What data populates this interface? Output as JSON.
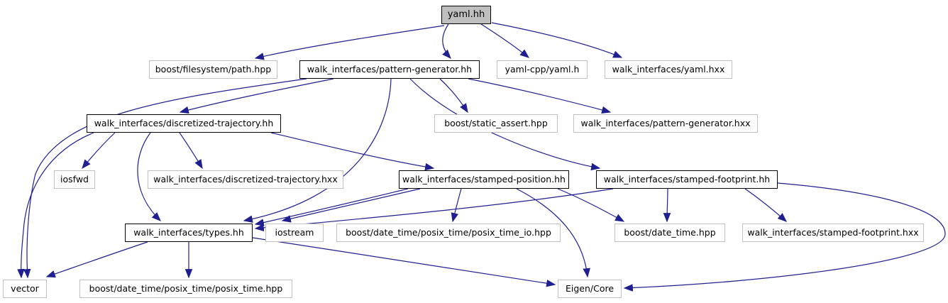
{
  "diagram": {
    "title": "yaml.hh include dependency graph",
    "type": "include-dependency-graph",
    "root": "yaml.hh",
    "colors": {
      "background": "#ffffff",
      "edge": "#1f1f8f",
      "node_fill": "#ffffff",
      "root_fill": "#bfbfbf",
      "border_external": "#c0c0c0",
      "border_documented": "#000000",
      "text": "#000000"
    }
  },
  "nodes": [
    {
      "id": "yaml-hh",
      "label": "yaml.hh",
      "kind": "root"
    },
    {
      "id": "path-hpp",
      "label": "boost/filesystem/path.hpp",
      "kind": "external"
    },
    {
      "id": "pattern-generator-hh",
      "label": "walk_interfaces/pattern-generator.hh",
      "kind": "documented"
    },
    {
      "id": "yaml-cpp-yaml-h",
      "label": "yaml-cpp/yaml.h",
      "kind": "external"
    },
    {
      "id": "yaml-hxx",
      "label": "walk_interfaces/yaml.hxx",
      "kind": "external"
    },
    {
      "id": "discretized-trajectory-hh",
      "label": "walk_interfaces/discretized-trajectory.hh",
      "kind": "documented"
    },
    {
      "id": "static-assert-hpp",
      "label": "boost/static_assert.hpp",
      "kind": "external"
    },
    {
      "id": "pattern-generator-hxx",
      "label": "walk_interfaces/pattern-generator.hxx",
      "kind": "external"
    },
    {
      "id": "iosfwd",
      "label": "iosfwd",
      "kind": "external"
    },
    {
      "id": "discretized-trajectory-hxx",
      "label": "walk_interfaces/discretized-trajectory.hxx",
      "kind": "external"
    },
    {
      "id": "stamped-position-hh",
      "label": "walk_interfaces/stamped-position.hh",
      "kind": "documented"
    },
    {
      "id": "stamped-footprint-hh",
      "label": "walk_interfaces/stamped-footprint.hh",
      "kind": "documented"
    },
    {
      "id": "types-hh",
      "label": "walk_interfaces/types.hh",
      "kind": "documented"
    },
    {
      "id": "iostream",
      "label": "iostream",
      "kind": "external"
    },
    {
      "id": "posix-time-io-hpp",
      "label": "boost/date_time/posix_time/posix_time_io.hpp",
      "kind": "external"
    },
    {
      "id": "date-time-hpp",
      "label": "boost/date_time.hpp",
      "kind": "external"
    },
    {
      "id": "stamped-footprint-hxx",
      "label": "walk_interfaces/stamped-footprint.hxx",
      "kind": "external"
    },
    {
      "id": "vector",
      "label": "vector",
      "kind": "external"
    },
    {
      "id": "posix-time-hpp",
      "label": "boost/date_time/posix_time/posix_time.hpp",
      "kind": "external"
    },
    {
      "id": "eigen-core",
      "label": "Eigen/Core",
      "kind": "external"
    }
  ],
  "edges": [
    {
      "from": "yaml.hh",
      "to": "boost/filesystem/path.hpp"
    },
    {
      "from": "yaml.hh",
      "to": "walk_interfaces/pattern-generator.hh"
    },
    {
      "from": "yaml.hh",
      "to": "yaml-cpp/yaml.h"
    },
    {
      "from": "yaml.hh",
      "to": "walk_interfaces/yaml.hxx"
    },
    {
      "from": "walk_interfaces/pattern-generator.hh",
      "to": "walk_interfaces/discretized-trajectory.hh"
    },
    {
      "from": "walk_interfaces/pattern-generator.hh",
      "to": "boost/static_assert.hpp"
    },
    {
      "from": "walk_interfaces/pattern-generator.hh",
      "to": "walk_interfaces/pattern-generator.hxx"
    },
    {
      "from": "walk_interfaces/pattern-generator.hh",
      "to": "walk_interfaces/stamped-footprint.hh"
    },
    {
      "from": "walk_interfaces/pattern-generator.hh",
      "to": "walk_interfaces/types.hh"
    },
    {
      "from": "walk_interfaces/pattern-generator.hh",
      "to": "vector"
    },
    {
      "from": "walk_interfaces/discretized-trajectory.hh",
      "to": "iosfwd"
    },
    {
      "from": "walk_interfaces/discretized-trajectory.hh",
      "to": "walk_interfaces/discretized-trajectory.hxx"
    },
    {
      "from": "walk_interfaces/discretized-trajectory.hh",
      "to": "walk_interfaces/stamped-position.hh"
    },
    {
      "from": "walk_interfaces/discretized-trajectory.hh",
      "to": "walk_interfaces/types.hh"
    },
    {
      "from": "walk_interfaces/discretized-trajectory.hh",
      "to": "vector"
    },
    {
      "from": "walk_interfaces/stamped-position.hh",
      "to": "walk_interfaces/types.hh"
    },
    {
      "from": "walk_interfaces/stamped-position.hh",
      "to": "iostream"
    },
    {
      "from": "walk_interfaces/stamped-position.hh",
      "to": "boost/date_time/posix_time/posix_time_io.hpp"
    },
    {
      "from": "walk_interfaces/stamped-position.hh",
      "to": "boost/date_time.hpp"
    },
    {
      "from": "walk_interfaces/stamped-position.hh",
      "to": "Eigen/Core"
    },
    {
      "from": "walk_interfaces/stamped-footprint.hh",
      "to": "walk_interfaces/types.hh"
    },
    {
      "from": "walk_interfaces/stamped-footprint.hh",
      "to": "boost/date_time.hpp"
    },
    {
      "from": "walk_interfaces/stamped-footprint.hh",
      "to": "walk_interfaces/stamped-footprint.hxx"
    },
    {
      "from": "walk_interfaces/stamped-footprint.hh",
      "to": "Eigen/Core"
    },
    {
      "from": "walk_interfaces/types.hh",
      "to": "vector"
    },
    {
      "from": "walk_interfaces/types.hh",
      "to": "boost/date_time/posix_time/posix_time.hpp"
    },
    {
      "from": "walk_interfaces/types.hh",
      "to": "Eigen/Core"
    }
  ]
}
